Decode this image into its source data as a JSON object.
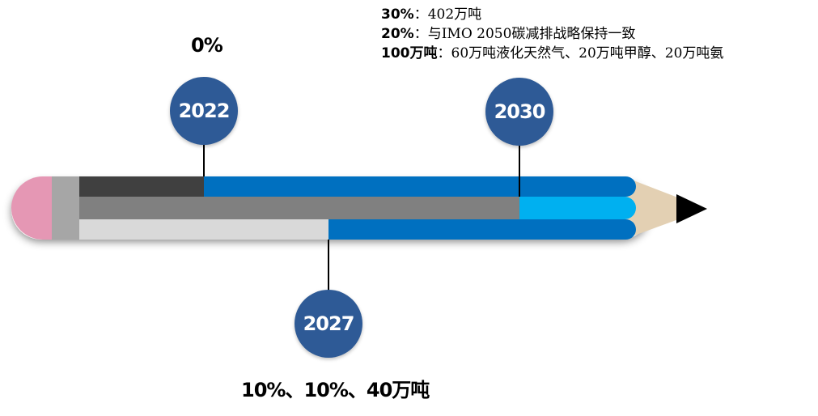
{
  "milestones": [
    {
      "year": "2022",
      "note": "0%"
    },
    {
      "year": "2027",
      "note": "10%、10%、40万吨"
    },
    {
      "year": "2030",
      "lines": [
        {
          "key": "30%",
          "sep": "：",
          "text": "402万吨"
        },
        {
          "key": "20%",
          "sep": "：",
          "text": "与IMO 2050碳减排战略保持一致"
        },
        {
          "key": "100万吨",
          "sep": "：",
          "text": "60万吨液化天然气、20万吨甲醇、20万吨氨"
        }
      ]
    }
  ],
  "colors": {
    "eraser": "#e597b4",
    "ferrule": "#a6a6a6",
    "band_dark": "#404040",
    "band_mid": "#808080",
    "band_light": "#d9d9d9",
    "band_blue": "#0070c0",
    "band_cyan": "#00b0f0",
    "wood": "#e3d0b3",
    "lead": "#000000",
    "circle": "#2e5a96"
  },
  "progress": {
    "row1_dark_fraction_2022": 0.22,
    "row2_grey_fraction_2030": 0.79,
    "row3_light_fraction_2027": 0.45
  }
}
